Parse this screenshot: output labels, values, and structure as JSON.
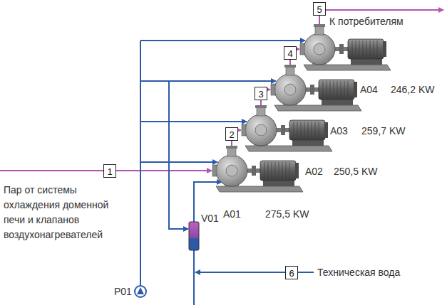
{
  "diagram": {
    "nodes": [
      {
        "text": [
          "5"
        ]
      },
      {
        "text": [
          "4"
        ]
      },
      {
        "text": [
          "3"
        ]
      },
      {
        "text": [
          "2"
        ]
      },
      {
        "text": [
          "1"
        ]
      },
      {
        "text": [
          "6"
        ]
      }
    ],
    "labels": [
      "К потребителям",
      "A04",
      "246,2 KW",
      "A03",
      "259,7 KW",
      "A02",
      "250,5 KW",
      "A01",
      "275,5 KW",
      "Пар от системы охлаждения доменной печи и клапанов воздухонагревателей",
      "V01",
      "Техническая вода",
      "P01"
    ]
  }
}
